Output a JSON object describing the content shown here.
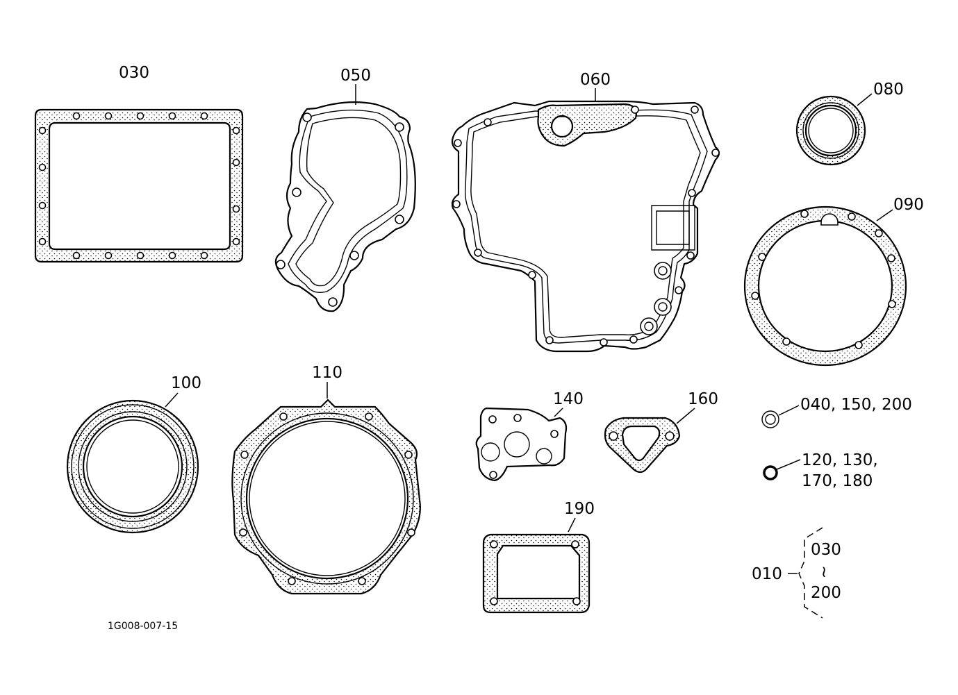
{
  "parts": [
    {
      "id": "p030",
      "label": "030"
    },
    {
      "id": "p050",
      "label": "050"
    },
    {
      "id": "p060",
      "label": "060"
    },
    {
      "id": "p080",
      "label": "080"
    },
    {
      "id": "p090",
      "label": "090"
    },
    {
      "id": "p100",
      "label": "100"
    },
    {
      "id": "p110",
      "label": "110"
    },
    {
      "id": "p140",
      "label": "140"
    },
    {
      "id": "p160",
      "label": "160"
    },
    {
      "id": "p190",
      "label": "190"
    }
  ],
  "legend": {
    "small_ring_label": "040, 150, 200",
    "oring_label_line1": "120, 130,",
    "oring_label_line2": "170, 180",
    "kit_label": "010",
    "kit_range_start": "030",
    "kit_range_symbol": "≀",
    "kit_range_end": "200"
  },
  "figure_code": "1G008-007-15"
}
